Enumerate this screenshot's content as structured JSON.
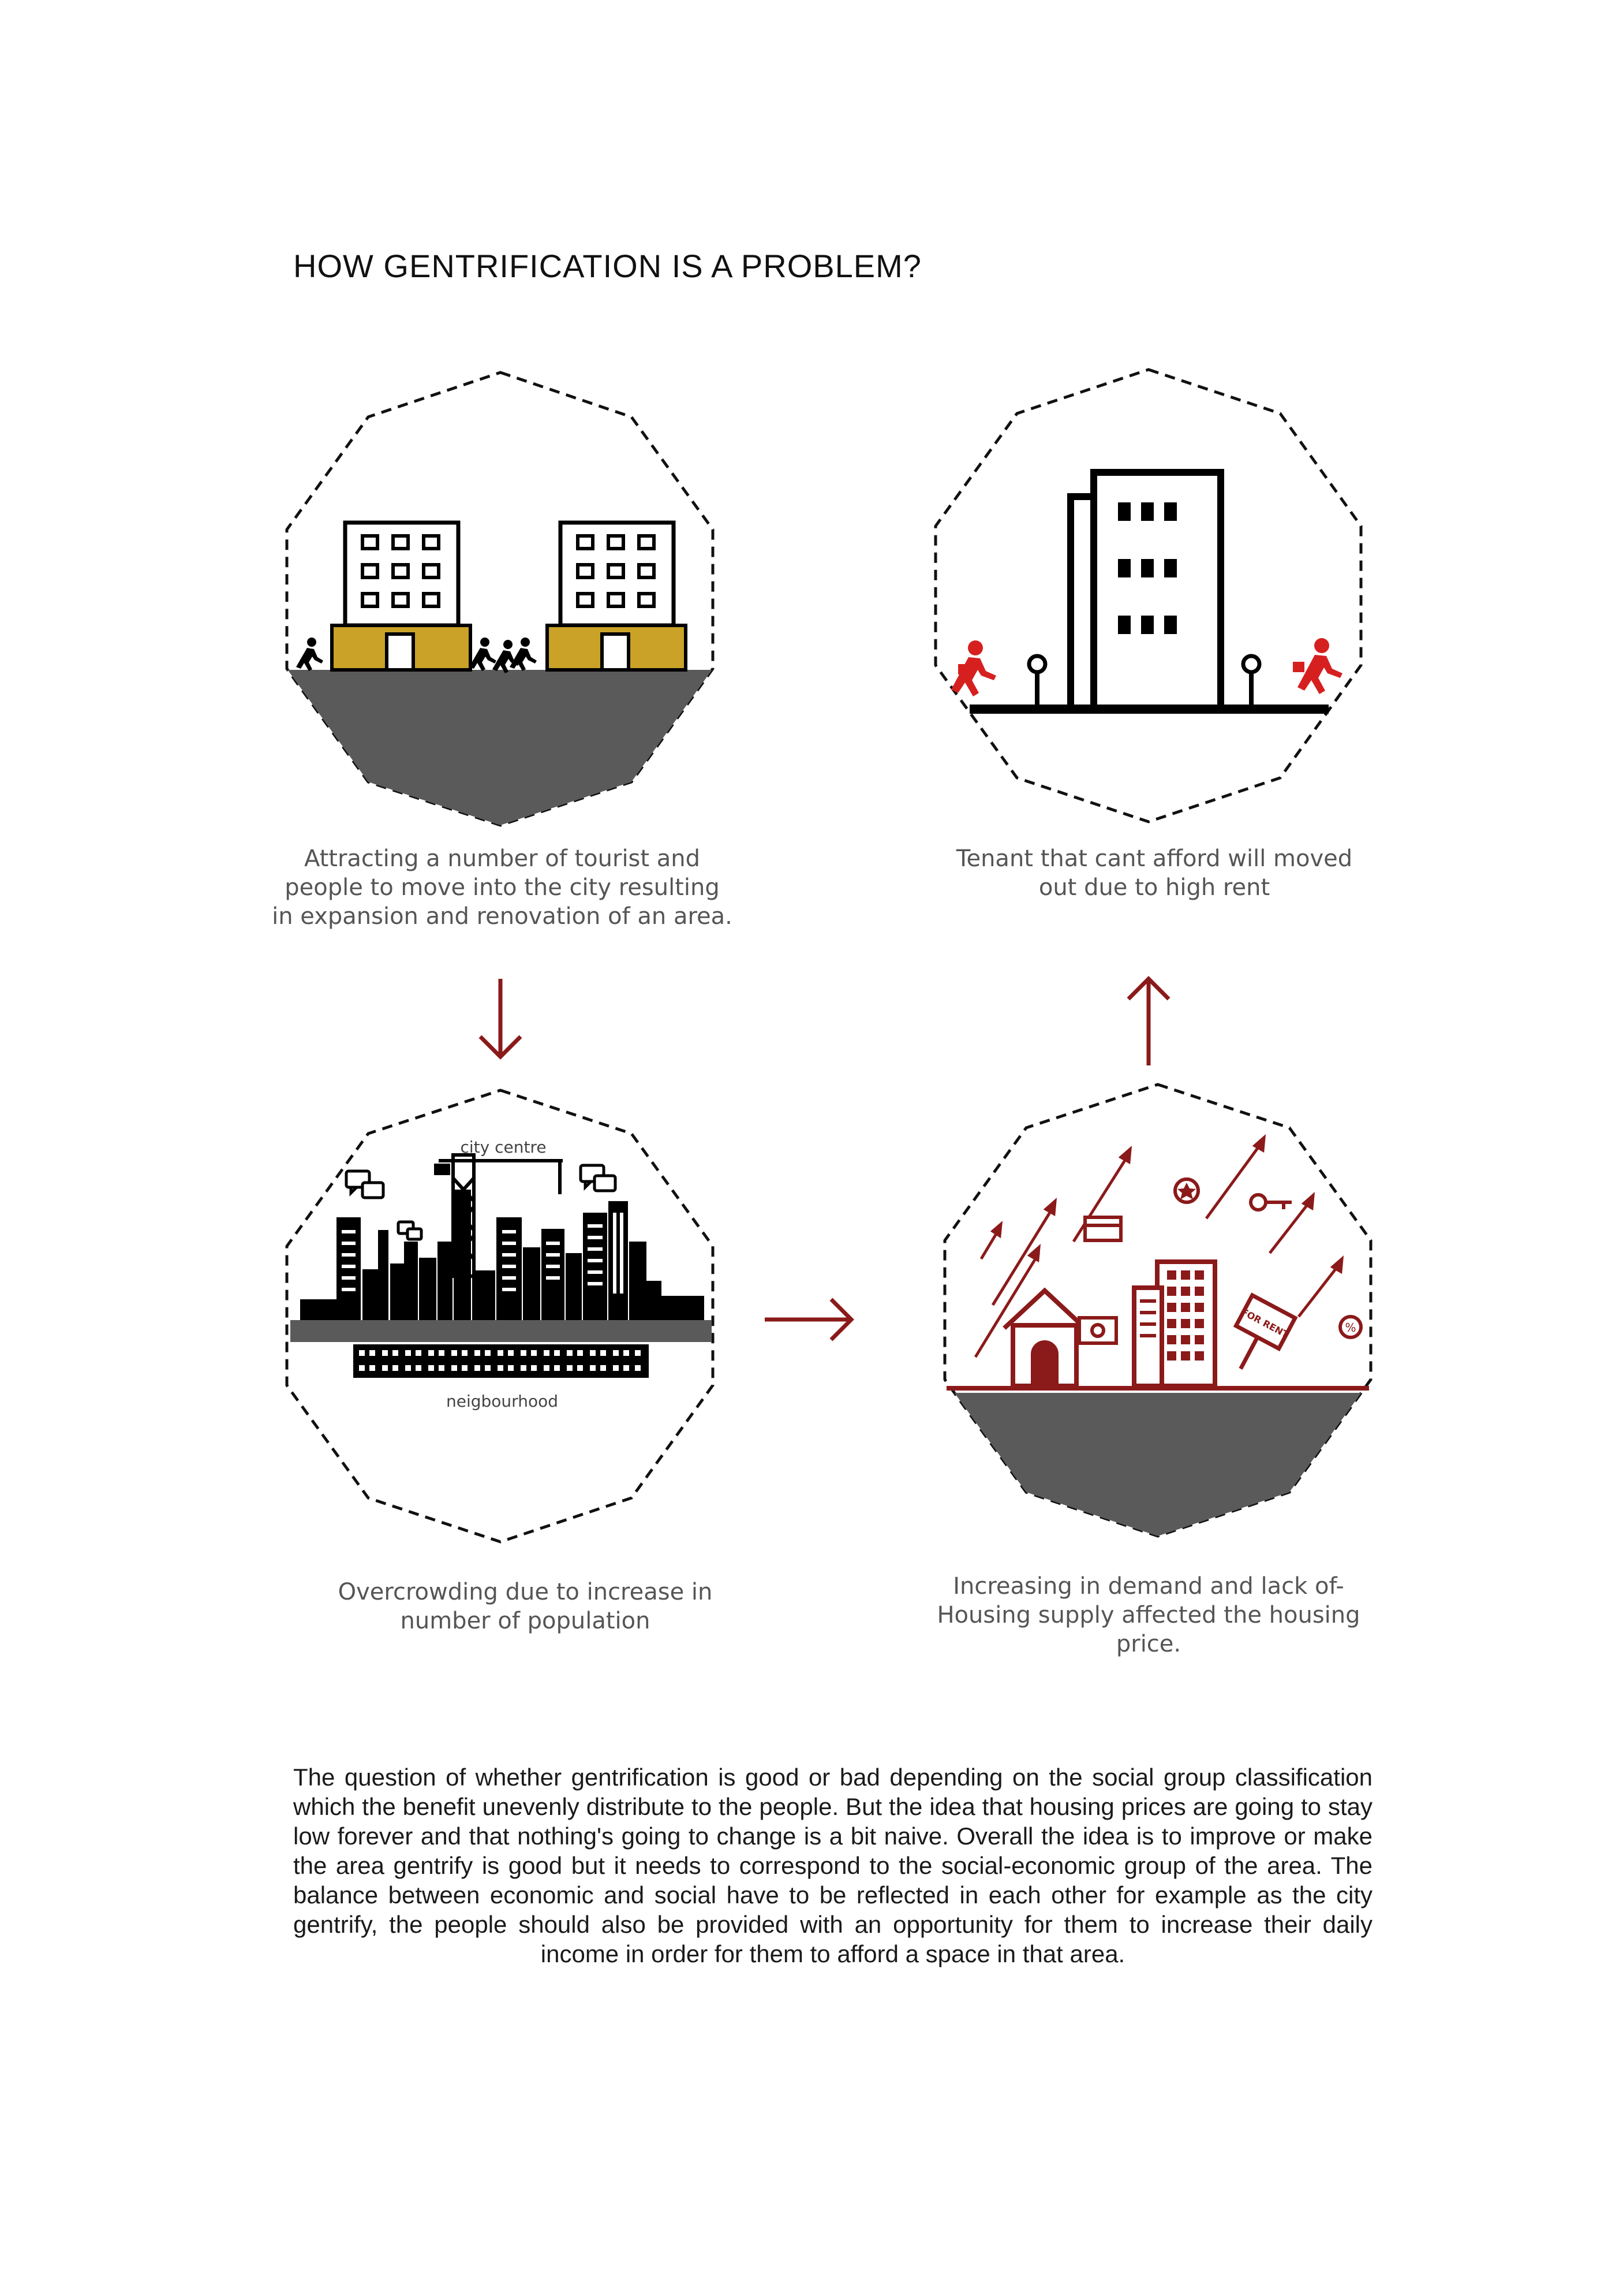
{
  "title": "HOW GENTRIFICATION IS A PROBLEM?",
  "steps": [
    {
      "caption": "Attracting a number of tourist and people to move into the city resulting in expansion and renovation of an area."
    },
    {
      "caption": "Tenant that cant afford will moved out due to high rent"
    },
    {
      "caption": "Overcrowding due to increase in number of population",
      "labels": {
        "top": "city centre",
        "bottom": "neigbourhood"
      }
    },
    {
      "caption": "Increasing in demand and lack of-Housing supply affected the housing price.",
      "sign": "FOR RENT"
    }
  ],
  "paragraph": "The question of whether gentrification is good or bad depending on the social group classification which the benefit unevenly distribute to the people. But the idea that housing prices are going to stay low forever and that nothing's going to change is a bit naive. Overall the idea is to improve or make the area gentrify is good but it needs to correspond to the social-economic group of the area. The balance between economic and social have to be reflected in each other for example as the city gentrify, the people should also be provided with an opportunity for them to increase their daily income in order for them to afford a space in that area.",
  "colors": {
    "accent": "#8b1a1a",
    "red_figure": "#d62020",
    "gold": "#c9a227",
    "ground": "#5a5a5a"
  }
}
